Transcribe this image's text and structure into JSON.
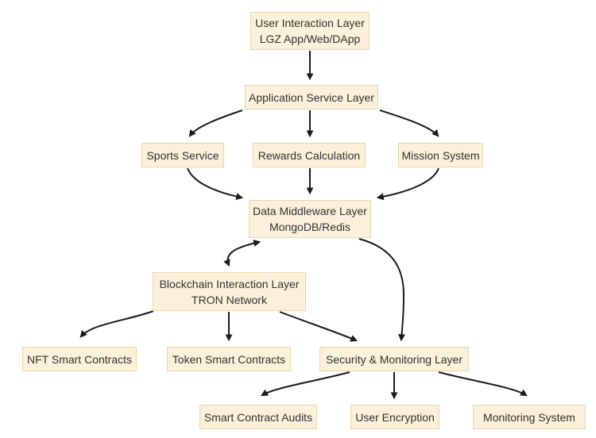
{
  "diagram": {
    "type": "flowchart",
    "direction": "top-down",
    "colors": {
      "background": "#ffffff",
      "node_fill": "#fbf0d9",
      "node_border": "#e7d7ab",
      "node_text": "#333333",
      "edge": "#1b1b1b"
    },
    "nodes": {
      "user_interaction": {
        "line1": "User Interaction Layer",
        "line2": "LGZ App/Web/DApp"
      },
      "app_service": {
        "line1": "Application Service Layer"
      },
      "sports": {
        "line1": "Sports Service"
      },
      "rewards": {
        "line1": "Rewards Calculation"
      },
      "mission": {
        "line1": "Mission System"
      },
      "data_middleware": {
        "line1": "Data Middleware Layer",
        "line2": "MongoDB/Redis"
      },
      "blockchain": {
        "line1": "Blockchain Interaction Layer",
        "line2": "TRON Network"
      },
      "nft": {
        "line1": "NFT Smart Contracts"
      },
      "token": {
        "line1": "Token Smart Contracts"
      },
      "security": {
        "line1": "Security & Monitoring Layer"
      },
      "audits": {
        "line1": "Smart Contract Audits"
      },
      "encryption": {
        "line1": "User Encryption"
      },
      "monitoring": {
        "line1": "Monitoring System"
      }
    },
    "edges": [
      {
        "from": "User Interaction Layer",
        "to": "Application Service Layer",
        "bidirectional": false
      },
      {
        "from": "Application Service Layer",
        "to": "Sports Service",
        "bidirectional": false
      },
      {
        "from": "Application Service Layer",
        "to": "Rewards Calculation",
        "bidirectional": false
      },
      {
        "from": "Application Service Layer",
        "to": "Mission System",
        "bidirectional": false
      },
      {
        "from": "Sports Service",
        "to": "Data Middleware Layer",
        "bidirectional": false
      },
      {
        "from": "Rewards Calculation",
        "to": "Data Middleware Layer",
        "bidirectional": false
      },
      {
        "from": "Mission System",
        "to": "Data Middleware Layer",
        "bidirectional": false
      },
      {
        "from": "Data Middleware Layer",
        "to": "Blockchain Interaction Layer",
        "bidirectional": true
      },
      {
        "from": "Data Middleware Layer",
        "to": "Security & Monitoring Layer",
        "bidirectional": false
      },
      {
        "from": "Blockchain Interaction Layer",
        "to": "NFT Smart Contracts",
        "bidirectional": false
      },
      {
        "from": "Blockchain Interaction Layer",
        "to": "Token Smart Contracts",
        "bidirectional": false
      },
      {
        "from": "Blockchain Interaction Layer",
        "to": "Security & Monitoring Layer",
        "bidirectional": false
      },
      {
        "from": "Security & Monitoring Layer",
        "to": "Smart Contract Audits",
        "bidirectional": false
      },
      {
        "from": "Security & Monitoring Layer",
        "to": "User Encryption",
        "bidirectional": false
      },
      {
        "from": "Security & Monitoring Layer",
        "to": "Monitoring System",
        "bidirectional": false
      }
    ]
  }
}
